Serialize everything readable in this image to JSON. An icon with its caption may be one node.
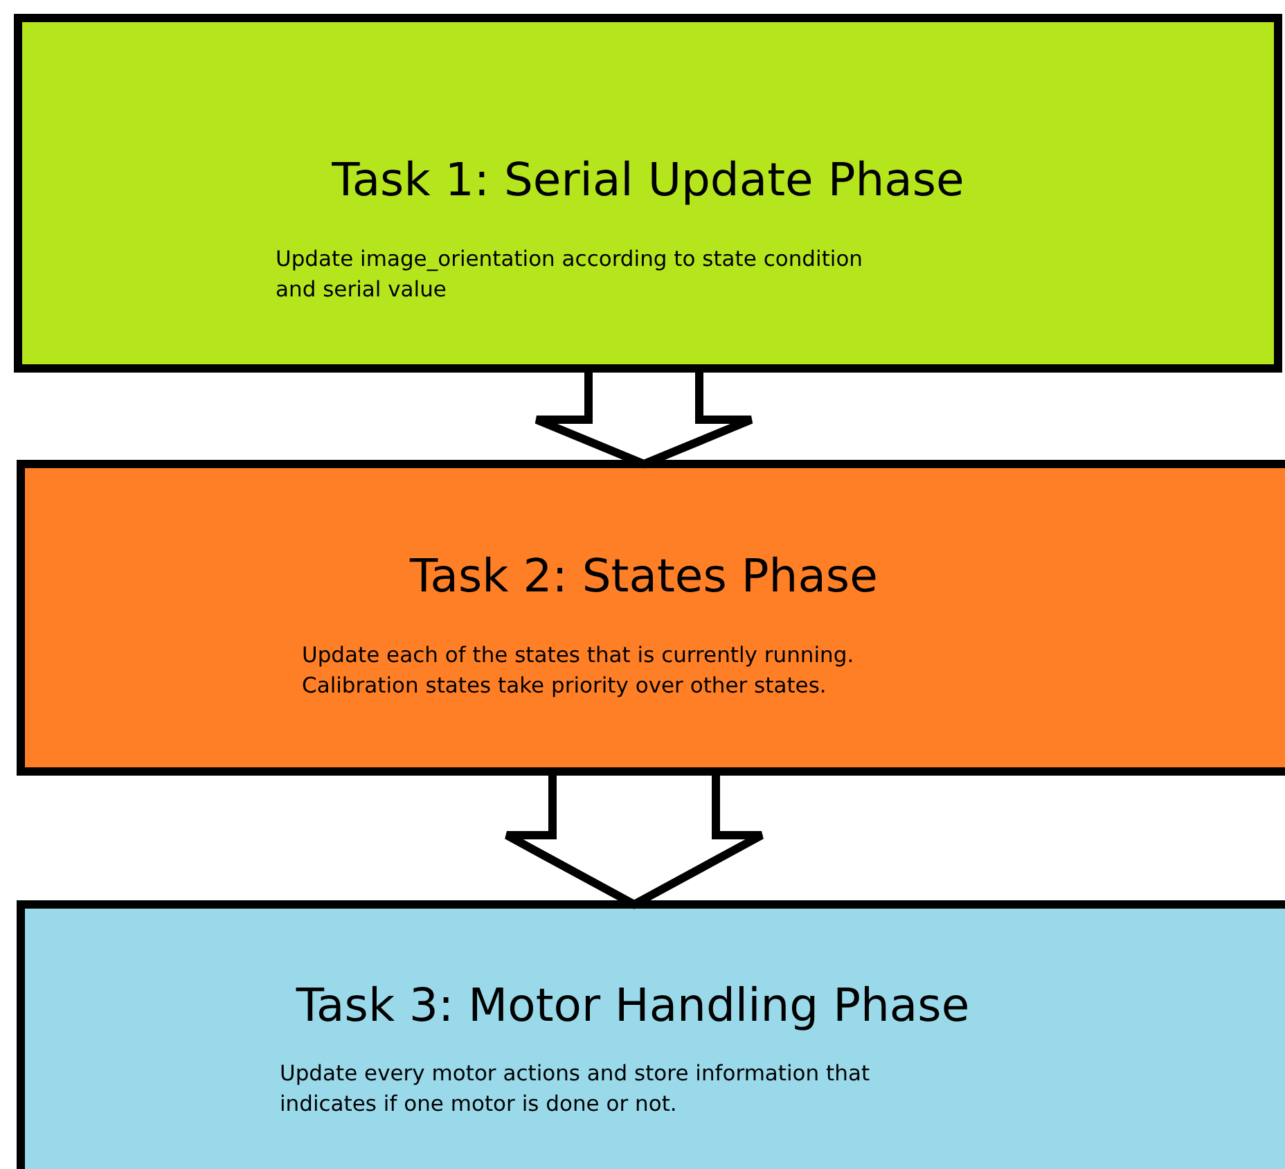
{
  "diagram": {
    "nodes": [
      {
        "text": [
          "Task 1: Serial Update Phase",
          "Update image_orientation according to state condition and serial value"
        ]
      },
      {
        "text": [
          "Task 2: States Phase",
          "Update each of the states that is currently running. Calibration states take priority over other states."
        ]
      },
      {
        "text": [
          "Task 3: Motor Handling Phase",
          "Update every motor actions and store information that indicates if one motor is done or not."
        ]
      }
    ],
    "edges": [
      {
        "from": 0,
        "to": 1,
        "arrow": "to"
      },
      {
        "from": 1,
        "to": 2,
        "arrow": "to"
      }
    ]
  }
}
